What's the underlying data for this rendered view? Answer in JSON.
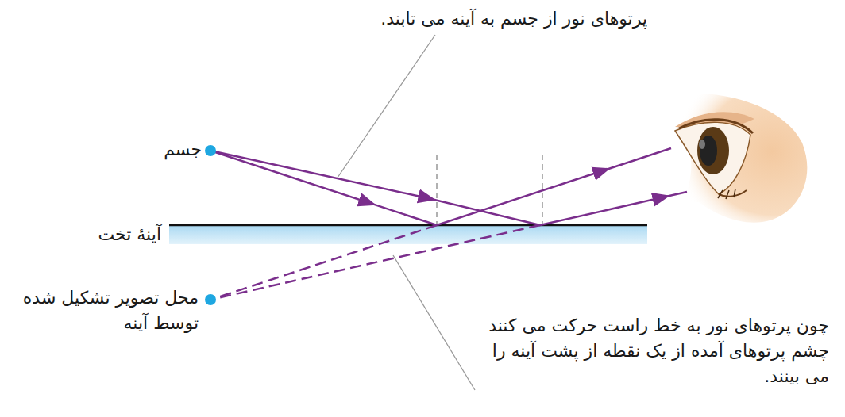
{
  "diagram": {
    "labels": [
      "پرتوهای نور از جسم به آینه می تابند.",
      "جسم",
      "آینهٔ تخت",
      "محل تصویر تشکیل شده توسط آینه",
      "چون پرتوهای نور به خط راست حرکت می کنند چشم پرتوهای آمده از یک نقطه از پشت آینه را می بینند."
    ]
  }
}
